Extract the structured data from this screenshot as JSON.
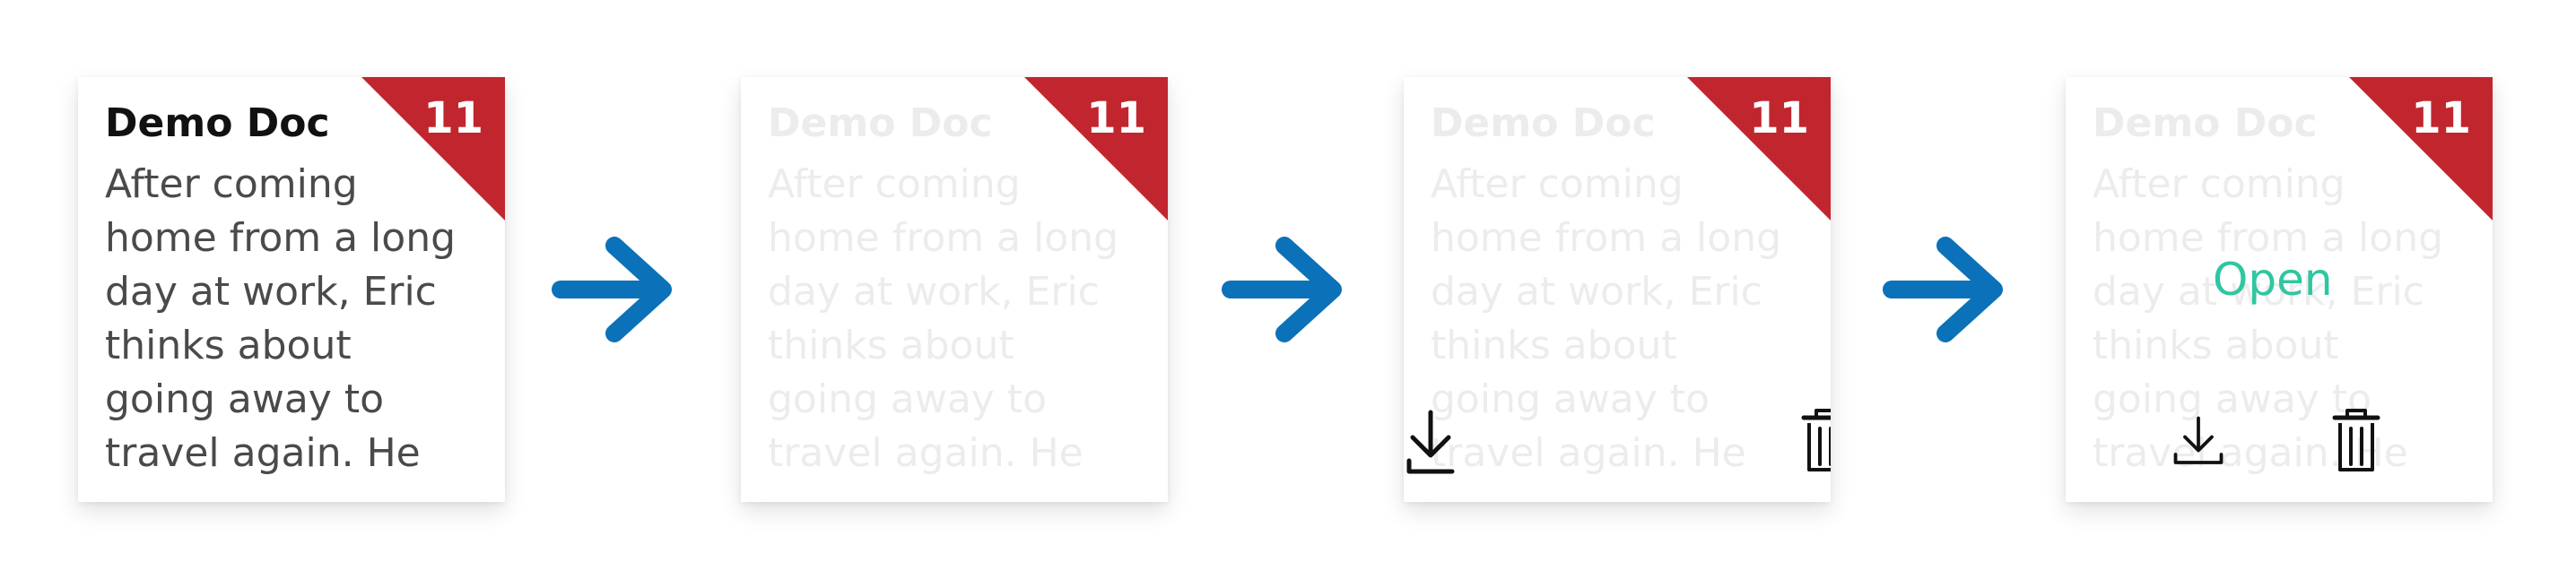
{
  "colors": {
    "corner": "#c1262f",
    "arrow": "#0b71b9",
    "open": "#2fc6a0",
    "title": "#111111",
    "body": "#4a4a4a",
    "faded": "#ececec"
  },
  "card": {
    "title": "Demo Doc",
    "badge": "11",
    "body": "After coming\nhome from a long\nday at work, Eric\nthinks about\ngoing away to\ntravel again. He"
  },
  "overlay": {
    "open_label": "Open",
    "download_icon": "download-icon",
    "trash_icon": "trash-icon"
  },
  "arrow_icon": "arrow-right-icon"
}
